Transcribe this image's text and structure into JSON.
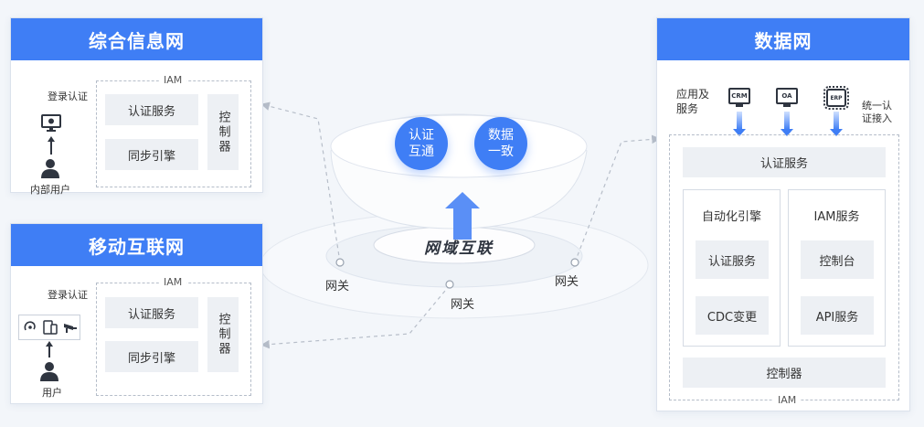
{
  "panels": {
    "comprehensive": {
      "title": "综合信息网",
      "iam_label": "IAM",
      "login_label": "登录认证",
      "auth_service": "认证服务",
      "sync_engine": "同步引擎",
      "controller": "控制器",
      "user_label": "内部用户"
    },
    "mobile": {
      "title": "移动互联网",
      "iam_label": "IAM",
      "login_label": "登录认证",
      "auth_service": "认证服务",
      "sync_engine": "同步引擎",
      "controller": "控制器",
      "user_label": "用户"
    },
    "data": {
      "title": "数据网",
      "apps_label": "应用及服务",
      "apps": [
        "CRM",
        "OA",
        "ERP"
      ],
      "unified_label": "统一认证接入",
      "auth_service": "认证服务",
      "automation_title": "自动化引擎",
      "automation_items": [
        "认证服务",
        "CDC变更"
      ],
      "iam_service_title": "IAM服务",
      "iam_service_items": [
        "控制台",
        "API服务"
      ],
      "controller": "控制器",
      "iam_label": "IAM"
    }
  },
  "center": {
    "circle_left": [
      "认证",
      "互通"
    ],
    "circle_right": [
      "数据",
      "一致"
    ],
    "interconnect_label": "网域互联",
    "gateway_label": "网关"
  },
  "colors": {
    "brand": "#3f7ef5",
    "service_bg": "#edf0f4",
    "dark_icon": "#2f3540"
  }
}
